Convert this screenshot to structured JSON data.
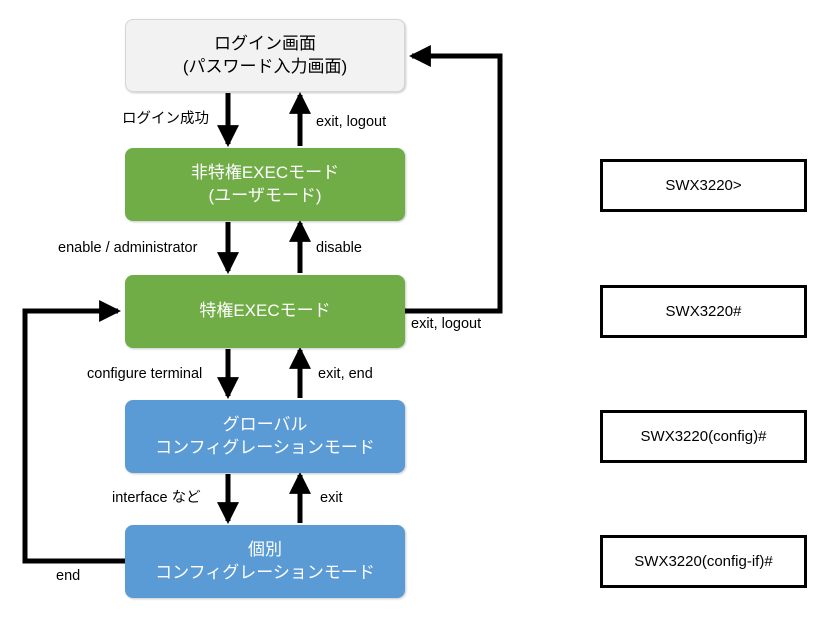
{
  "diagram": {
    "title": "Yamaha SWX3220 CLI mode transition diagram",
    "colors": {
      "login_box_fill": "#F2F2F2",
      "exec_mode_fill": "#70AD47",
      "config_mode_fill": "#5B9BD5",
      "arrow": "#000000",
      "prompt_border": "#000000",
      "background": "#FFFFFF"
    },
    "nodes": [
      {
        "id": "login-screen",
        "label": "ログイン画面\n(パスワード入力画面)",
        "style": "login"
      },
      {
        "id": "unprivileged-exec-mode",
        "label": "非特権EXECモード\n(ユーザモード)",
        "style": "green"
      },
      {
        "id": "privileged-exec-mode",
        "label": "特権EXECモード",
        "style": "green"
      },
      {
        "id": "global-configuration-mode",
        "label": "グローバル\nコンフィグレーションモード",
        "style": "blue"
      },
      {
        "id": "individual-configuration-mode",
        "label": "個別\nコンフィグレーションモード",
        "style": "blue"
      }
    ],
    "edge_labels": {
      "login_success": "ログイン成功",
      "exit_logout_top": "exit, logout",
      "enable_administrator": "enable / administrator",
      "disable": "disable",
      "exit_logout_right": "exit, logout",
      "configure_terminal": "configure terminal",
      "exit_end": "exit, end",
      "interface_etc": "interface など",
      "exit": "exit",
      "end": "end"
    },
    "prompts": [
      {
        "id": "prompt-user-mode",
        "text": "SWX3220>"
      },
      {
        "id": "prompt-privileged-mode",
        "text": "SWX3220#"
      },
      {
        "id": "prompt-global-config",
        "text": "SWX3220(config)#"
      },
      {
        "id": "prompt-interface-config",
        "text": "SWX3220(config-if)#"
      }
    ]
  }
}
